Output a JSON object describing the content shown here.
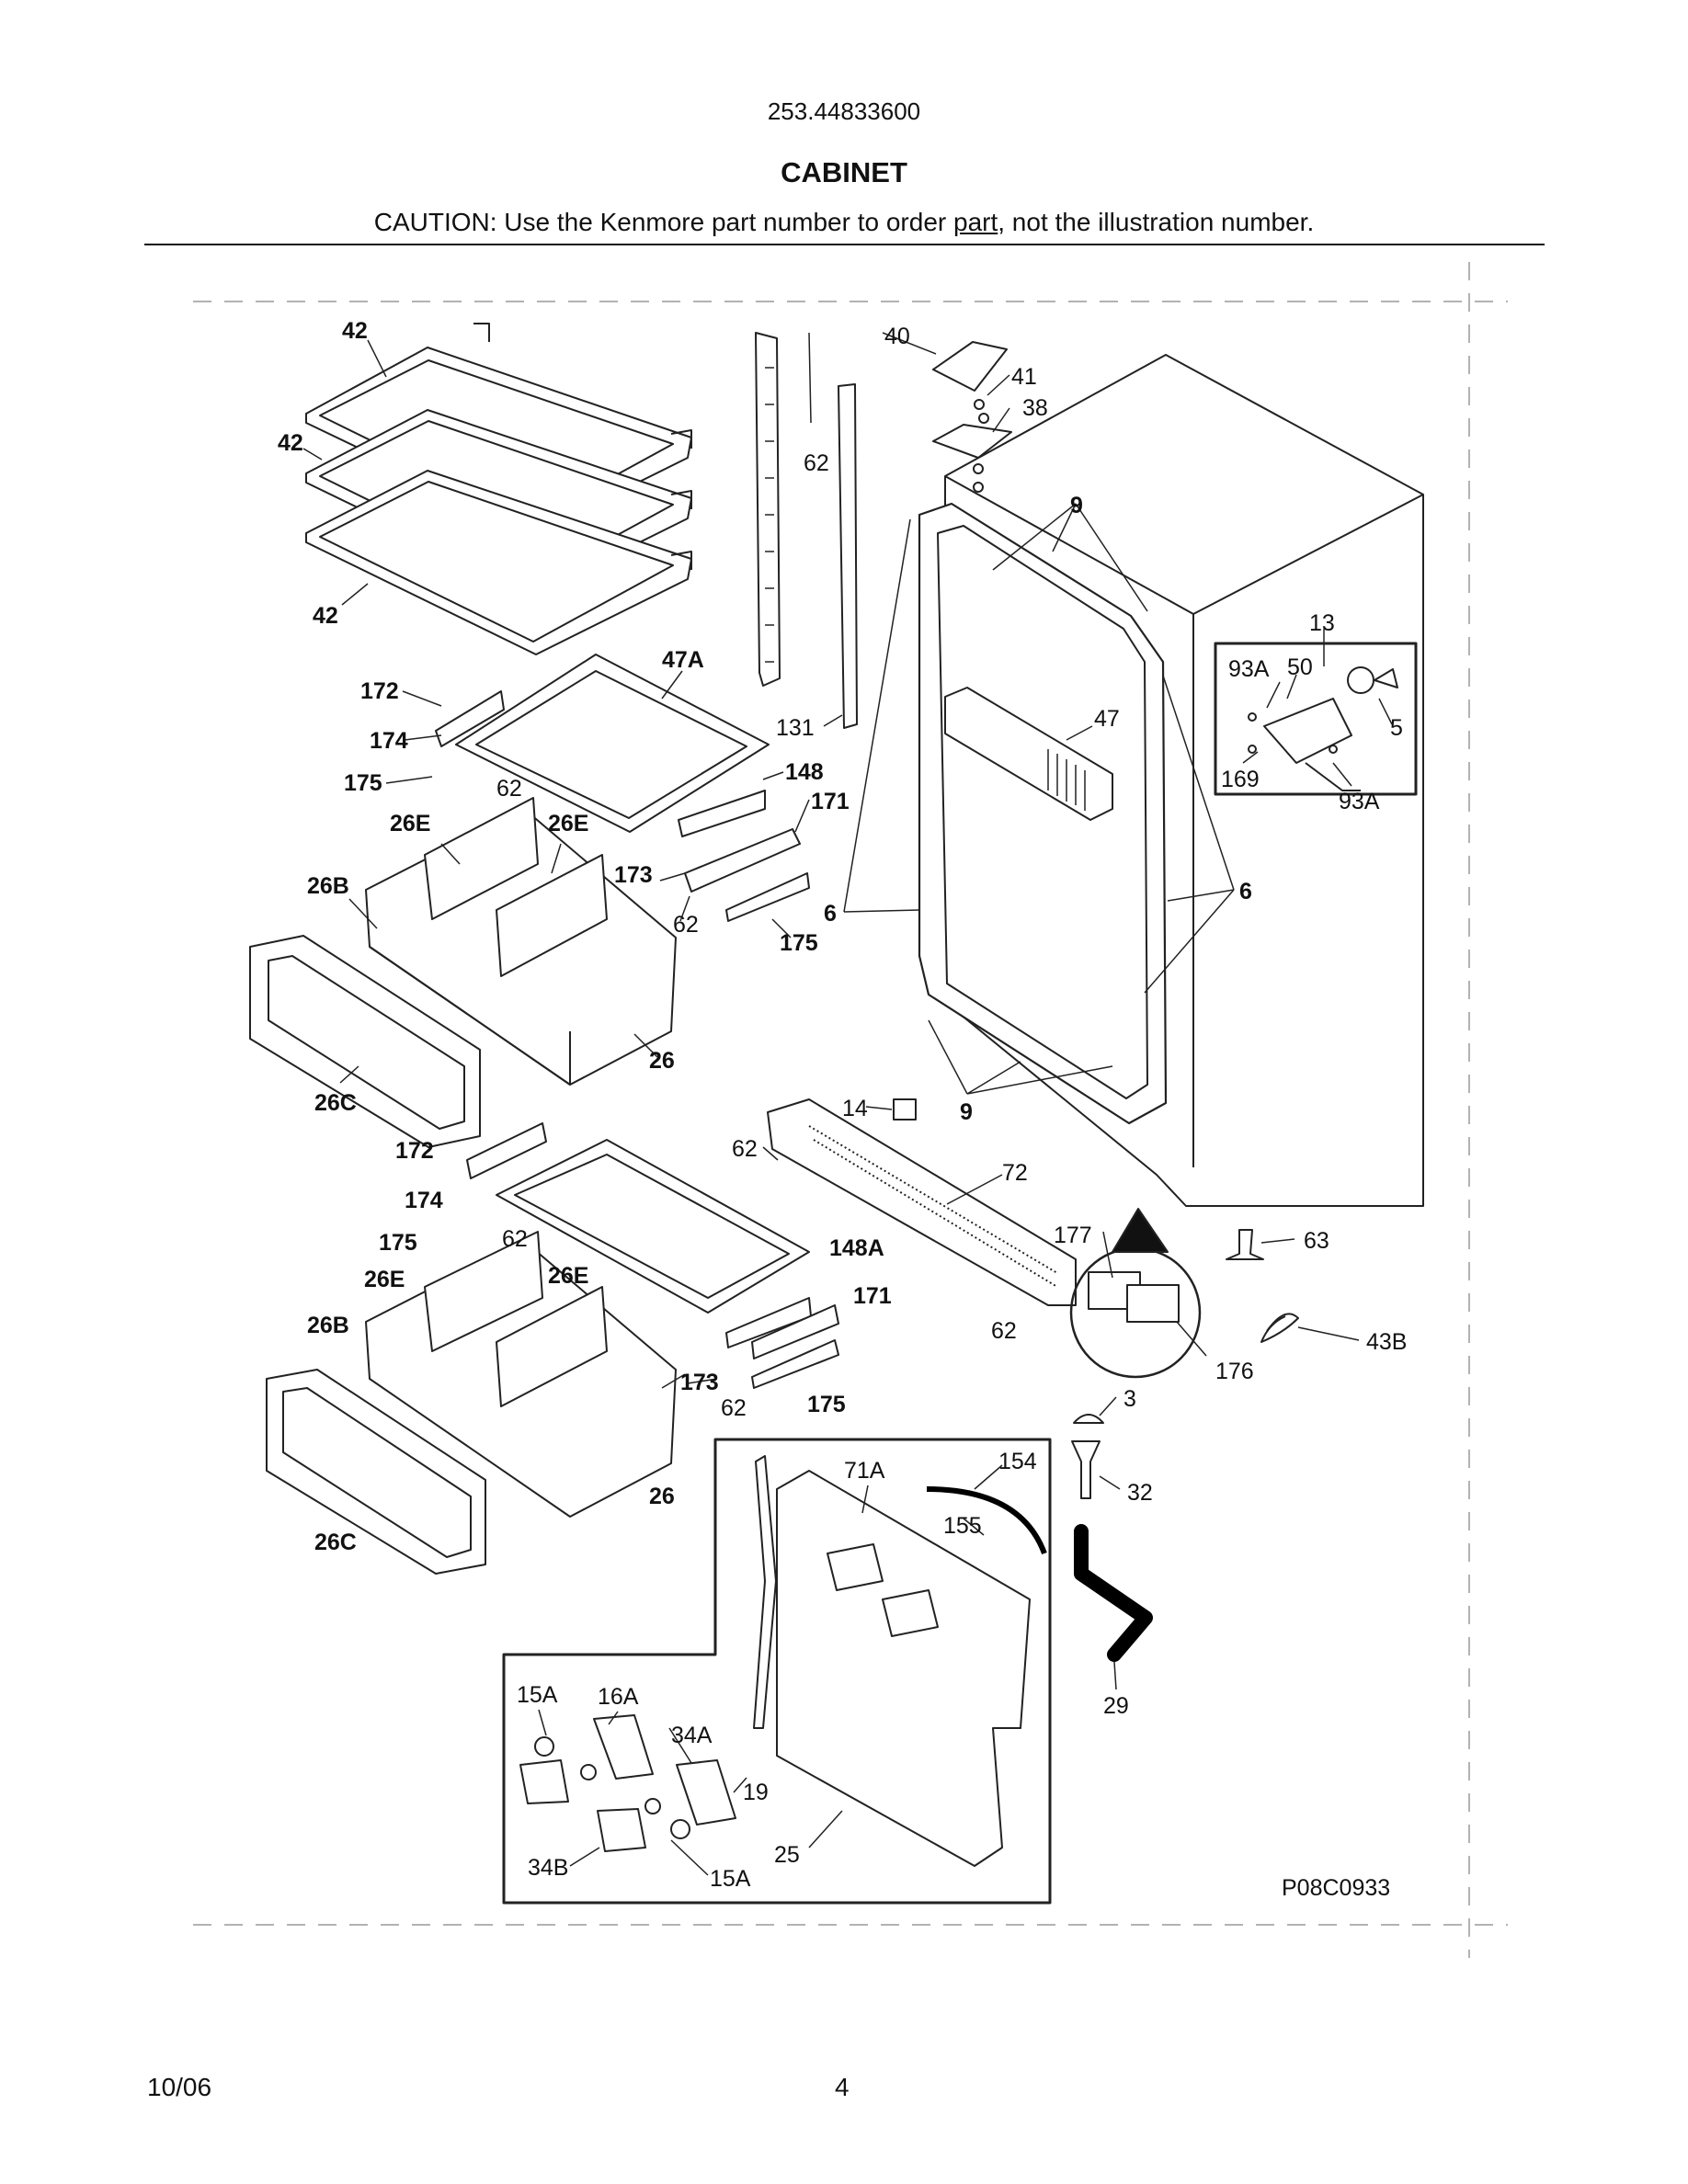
{
  "header": {
    "model_number": "253.44833600",
    "section_title": "CABINET",
    "caution_prefix": "CAUTION: Use the Kenmore part number to order ",
    "caution_underlined": "part",
    "caution_suffix": ", not the illustration number."
  },
  "diagram": {
    "drawing_code": "P08C0933",
    "callouts": [
      {
        "id": "c-42a",
        "text": "42"
      },
      {
        "id": "c-42b",
        "text": "42"
      },
      {
        "id": "c-42c",
        "text": "42"
      },
      {
        "id": "c-172a",
        "text": "172"
      },
      {
        "id": "c-174a",
        "text": "174"
      },
      {
        "id": "c-175a",
        "text": "175"
      },
      {
        "id": "c-62a",
        "text": "62"
      },
      {
        "id": "c-47A",
        "text": "47A"
      },
      {
        "id": "c-148",
        "text": "148"
      },
      {
        "id": "c-171a",
        "text": "171"
      },
      {
        "id": "c-26Ea",
        "text": "26E"
      },
      {
        "id": "c-26Eb",
        "text": "26E"
      },
      {
        "id": "c-26Ba",
        "text": "26B"
      },
      {
        "id": "c-173a",
        "text": "173"
      },
      {
        "id": "c-62b",
        "text": "62"
      },
      {
        "id": "c-175b",
        "text": "175"
      },
      {
        "id": "c-26a",
        "text": "26"
      },
      {
        "id": "c-26Ca",
        "text": "26C"
      },
      {
        "id": "c-62c",
        "text": "62"
      },
      {
        "id": "c-131",
        "text": "131"
      },
      {
        "id": "c-40",
        "text": "40"
      },
      {
        "id": "c-41",
        "text": "41"
      },
      {
        "id": "c-38",
        "text": "38"
      },
      {
        "id": "c-9a",
        "text": "9"
      },
      {
        "id": "c-47",
        "text": "47"
      },
      {
        "id": "c-6a",
        "text": "6"
      },
      {
        "id": "c-6b",
        "text": "6"
      },
      {
        "id": "c-13",
        "text": "13"
      },
      {
        "id": "c-93Aa",
        "text": "93A"
      },
      {
        "id": "c-50",
        "text": "50"
      },
      {
        "id": "c-5",
        "text": "5"
      },
      {
        "id": "c-169",
        "text": "169"
      },
      {
        "id": "c-93Ab",
        "text": "93A"
      },
      {
        "id": "c-14",
        "text": "14"
      },
      {
        "id": "c-9b",
        "text": "9"
      },
      {
        "id": "c-62d",
        "text": "62"
      },
      {
        "id": "c-72",
        "text": "72"
      },
      {
        "id": "c-172b",
        "text": "172"
      },
      {
        "id": "c-174b",
        "text": "174"
      },
      {
        "id": "c-175c",
        "text": "175"
      },
      {
        "id": "c-62e",
        "text": "62"
      },
      {
        "id": "c-148A",
        "text": "148A"
      },
      {
        "id": "c-26Ec",
        "text": "26E"
      },
      {
        "id": "c-26Ed",
        "text": "26E"
      },
      {
        "id": "c-171b",
        "text": "171"
      },
      {
        "id": "c-26Bb",
        "text": "26B"
      },
      {
        "id": "c-173b",
        "text": "173"
      },
      {
        "id": "c-62f",
        "text": "62"
      },
      {
        "id": "c-175d",
        "text": "175"
      },
      {
        "id": "c-26b",
        "text": "26"
      },
      {
        "id": "c-26Cb",
        "text": "26C"
      },
      {
        "id": "c-177",
        "text": "177"
      },
      {
        "id": "c-63",
        "text": "63"
      },
      {
        "id": "c-62g",
        "text": "62"
      },
      {
        "id": "c-176",
        "text": "176"
      },
      {
        "id": "c-43B",
        "text": "43B"
      },
      {
        "id": "c-3",
        "text": "3"
      },
      {
        "id": "c-32",
        "text": "32"
      },
      {
        "id": "c-29",
        "text": "29"
      },
      {
        "id": "c-71A",
        "text": "71A"
      },
      {
        "id": "c-154",
        "text": "154"
      },
      {
        "id": "c-155",
        "text": "155"
      },
      {
        "id": "c-15Aa",
        "text": "15A"
      },
      {
        "id": "c-16A",
        "text": "16A"
      },
      {
        "id": "c-34A",
        "text": "34A"
      },
      {
        "id": "c-19",
        "text": "19"
      },
      {
        "id": "c-34B",
        "text": "34B"
      },
      {
        "id": "c-15Ab",
        "text": "15A"
      },
      {
        "id": "c-25",
        "text": "25"
      }
    ]
  },
  "footer": {
    "date": "10/06",
    "page_number": "4"
  }
}
